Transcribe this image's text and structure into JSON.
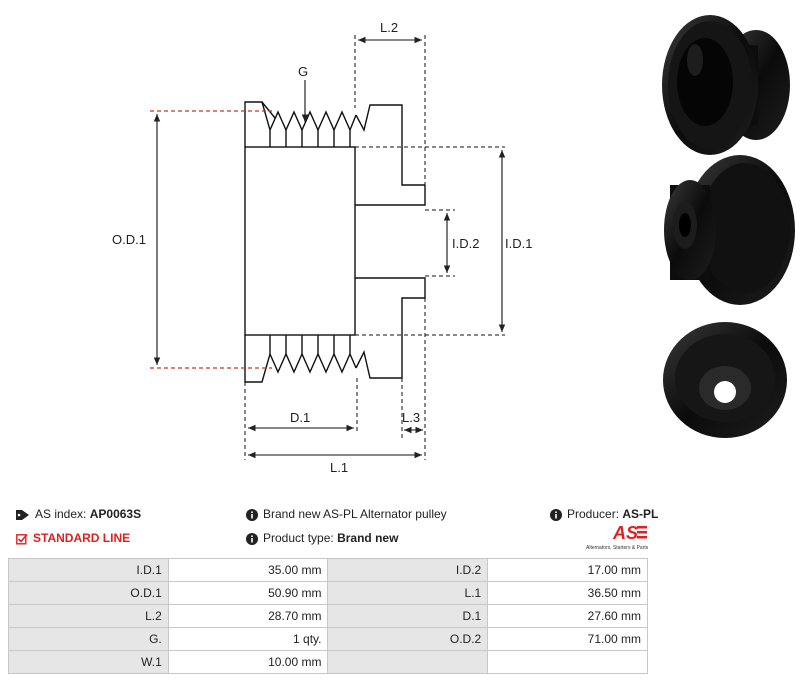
{
  "diagram": {
    "labels": {
      "g": "G",
      "l2": "L.2",
      "od1": "O.D.1",
      "id1": "I.D.1",
      "id2": "I.D.2",
      "d1": "D.1",
      "l3": "L.3",
      "l1": "L.1"
    }
  },
  "photos": {
    "icons": [
      "pulley-side-photo",
      "pulley-angle-photo",
      "pulley-front-photo"
    ]
  },
  "info": {
    "as_index_label": "AS index:",
    "as_index_value": "AP0063S",
    "standard_line": "STANDARD LINE",
    "description": "Brand new AS-PL Alternator pulley",
    "product_type_label": "Product type:",
    "product_type_value": "Brand new",
    "producer_label": "Producer:",
    "producer_value": "AS-PL",
    "logo_text": "AS",
    "logo_tagline": "Alternators, Starters & Parts",
    "colors": {
      "accent": "#e02020",
      "header_bg": "#e6e6e6"
    }
  },
  "spec": {
    "rows": [
      {
        "k1": "I.D.1",
        "v1": "35.00 mm",
        "k2": "I.D.2",
        "v2": "17.00 mm"
      },
      {
        "k1": "O.D.1",
        "v1": "50.90 mm",
        "k2": "L.1",
        "v2": "36.50 mm"
      },
      {
        "k1": "L.2",
        "v1": "28.70 mm",
        "k2": "D.1",
        "v2": "27.60 mm"
      },
      {
        "k1": "G.",
        "v1": "1 qty.",
        "k2": "O.D.2",
        "v2": "71.00 mm"
      },
      {
        "k1": "W.1",
        "v1": "10.00 mm",
        "k2": "",
        "v2": ""
      }
    ]
  }
}
